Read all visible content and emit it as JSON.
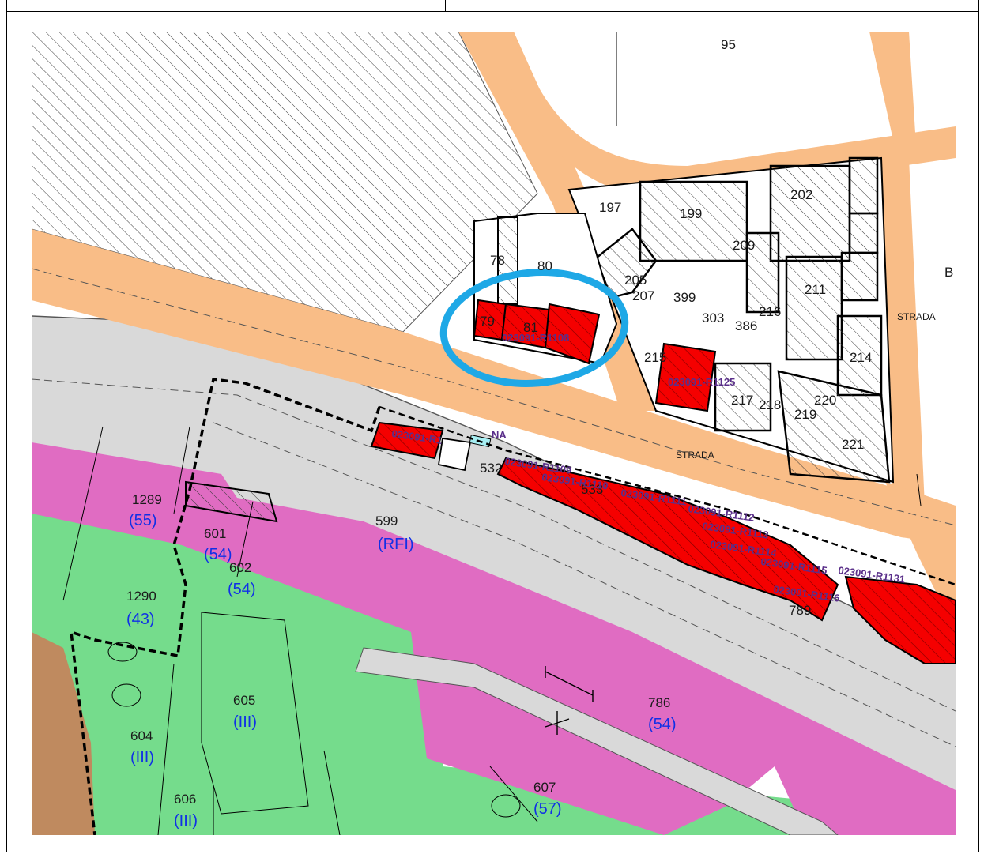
{
  "map": {
    "colors": {
      "road": "#f9bd87",
      "railway": "#d9d9d9",
      "zone_magenta": "#e06cc2",
      "zone_green": "#75dc8c",
      "earth": "#bf8a5f",
      "parcel_red": "#f50000",
      "highlight_ring": "#1ea8e6",
      "zone_text": "#1030e6",
      "code_text": "#5a2f8a"
    },
    "parcel_labels": {
      "p95": "95",
      "p197": "197",
      "p199": "199",
      "p202": "202",
      "p78": "78",
      "p80": "80",
      "p81": "81",
      "p79": "79",
      "p205": "205",
      "p207": "207",
      "p399": "399",
      "p303": "303",
      "p386": "386",
      "p209": "209",
      "p211": "211",
      "p214": "214",
      "p215": "215",
      "p216": "216",
      "p217": "217",
      "p218": "218",
      "p219": "219",
      "p220": "220",
      "p221": "221",
      "p532": "532",
      "p533": "533",
      "p1289": "1289",
      "p601": "601",
      "p602": "602",
      "p599": "599",
      "p1290": "1290",
      "p605": "605",
      "p604": "604",
      "p606": "606",
      "p786": "786",
      "p607": "607",
      "p789": "789",
      "b_edge": "B"
    },
    "zone_labels": {
      "z1289": "(55)",
      "z601": "(54)",
      "z602": "(54)",
      "z599": "(RFI)",
      "z1290": "(43)",
      "z605": "(III)",
      "z604": "(III)",
      "z606": "(III)",
      "z786": "(54)",
      "z607": "(57)"
    },
    "street_labels": {
      "strada_main": "STRADA",
      "strada_east": "STRADA"
    },
    "codes": {
      "r1108": "023091-R1108",
      "r1125": "023091-R1125",
      "r1": "023091-R1",
      "r1109": "023091-R1109",
      "r1110": "023091-R1110",
      "r1111": "023091-R1111",
      "r1112": "023091-R1112",
      "r1113": "023091-R1113",
      "r1114": "023091-R1114",
      "r1115": "023091-R1115",
      "r1116": "023091-R1116",
      "r1131": "023091-R1131"
    },
    "fragment_na": "NA"
  }
}
